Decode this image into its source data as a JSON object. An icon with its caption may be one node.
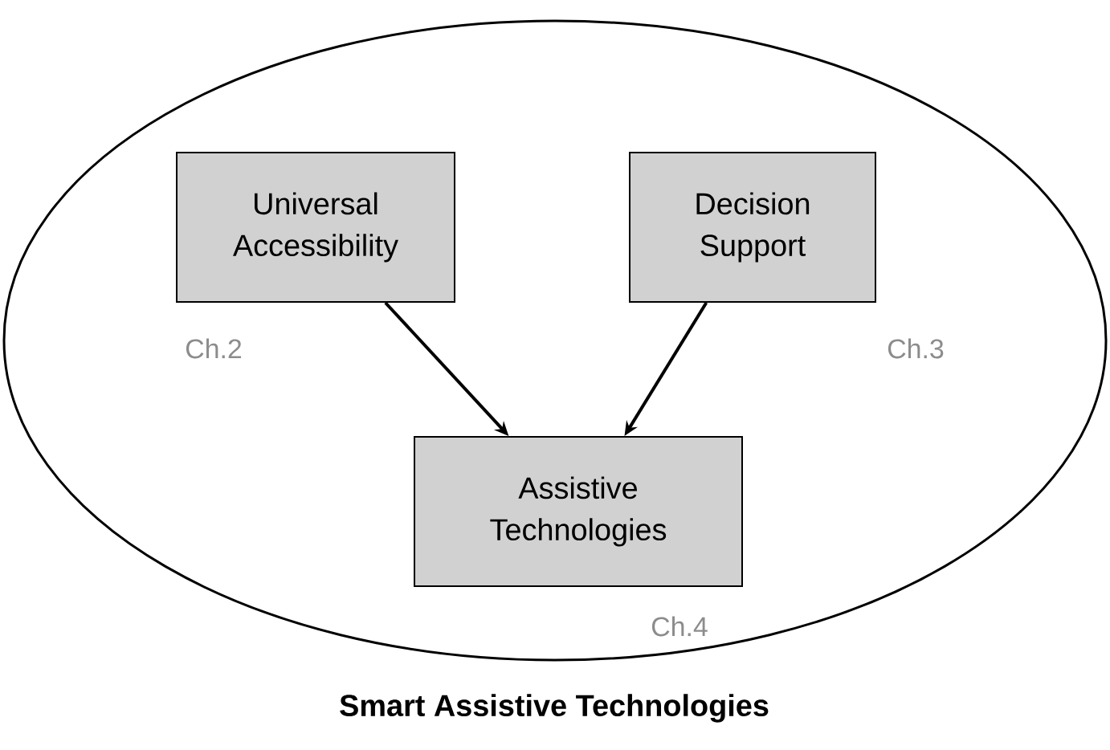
{
  "diagram": {
    "nodes": [
      {
        "text": [
          "Smart Assistive Technologies"
        ]
      },
      {
        "text": [
          "Universal Accessibility"
        ],
        "in": 0,
        "beside": [
          "Ch.2"
        ]
      },
      {
        "text": [
          "Decision Support"
        ],
        "in": 0,
        "beside": [
          "Ch.3"
        ]
      },
      {
        "text": [
          "Assistive Technologies"
        ],
        "in": 0,
        "beside": [
          "Ch.4"
        ]
      }
    ],
    "edges": [
      {
        "from": 1,
        "to": 3,
        "arrow": "to"
      },
      {
        "from": 2,
        "to": 3,
        "arrow": "to"
      }
    ]
  }
}
